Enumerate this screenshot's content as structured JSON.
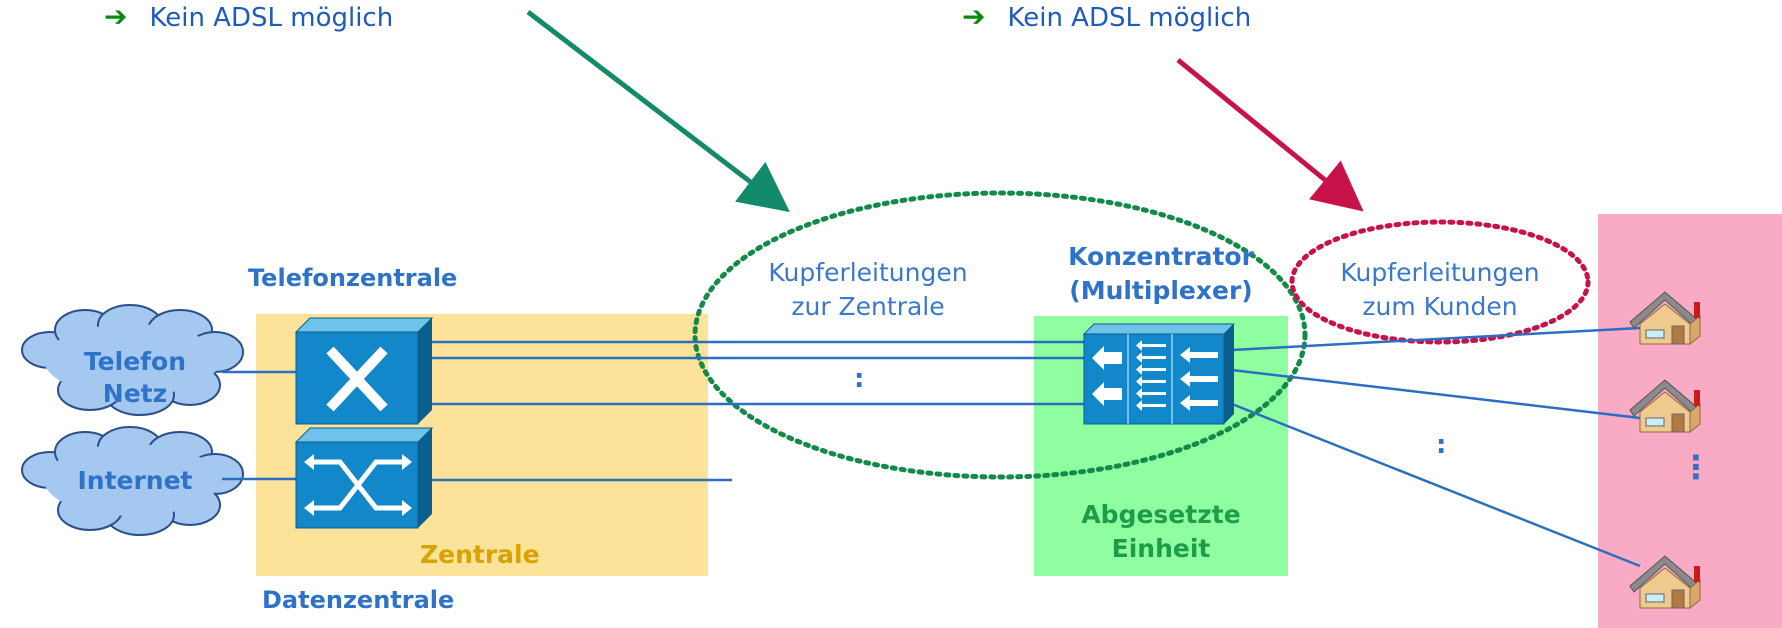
{
  "notes": [
    {
      "arrow": "➔",
      "text": "Kein ADSL möglich"
    },
    {
      "arrow": "➔",
      "text": "Kein ADSL möglich"
    }
  ],
  "labels": {
    "telefonzentrale": "Telefonzentrale",
    "datenzentrale": "Datenzentrale",
    "zentrale": "Zentrale",
    "cloud_telefon_line1": "Telefon",
    "cloud_telefon_line2": "Netz",
    "cloud_internet": "Internet",
    "kupfer_zentrale_line1": "Kupferleitungen",
    "kupfer_zentrale_line2": "zur Zentrale",
    "kupfer_kunden_line1": "Kupferleitungen",
    "kupfer_kunden_line2": "zum Kunden",
    "konzentrator_line1": "Konzentrator",
    "konzentrator_line2": "(Multiplexer)",
    "abgesetzte_line1": "Abgesetzte",
    "abgesetzte_line2": "Einheit",
    "dots_mid": ":",
    "dots_right": ":",
    "dots_houses": "⋮"
  },
  "colors": {
    "zentrale_box": "#fde29a",
    "abgesetzte_box": "#8ffea0",
    "houses_box": "#f9aac4",
    "switch_blue": "#1287c9",
    "line_blue": "#2c6fc2",
    "green_arrow": "#138a6a",
    "red_arrow": "#c8134a",
    "cloud_fill": "#a4c8f0"
  }
}
